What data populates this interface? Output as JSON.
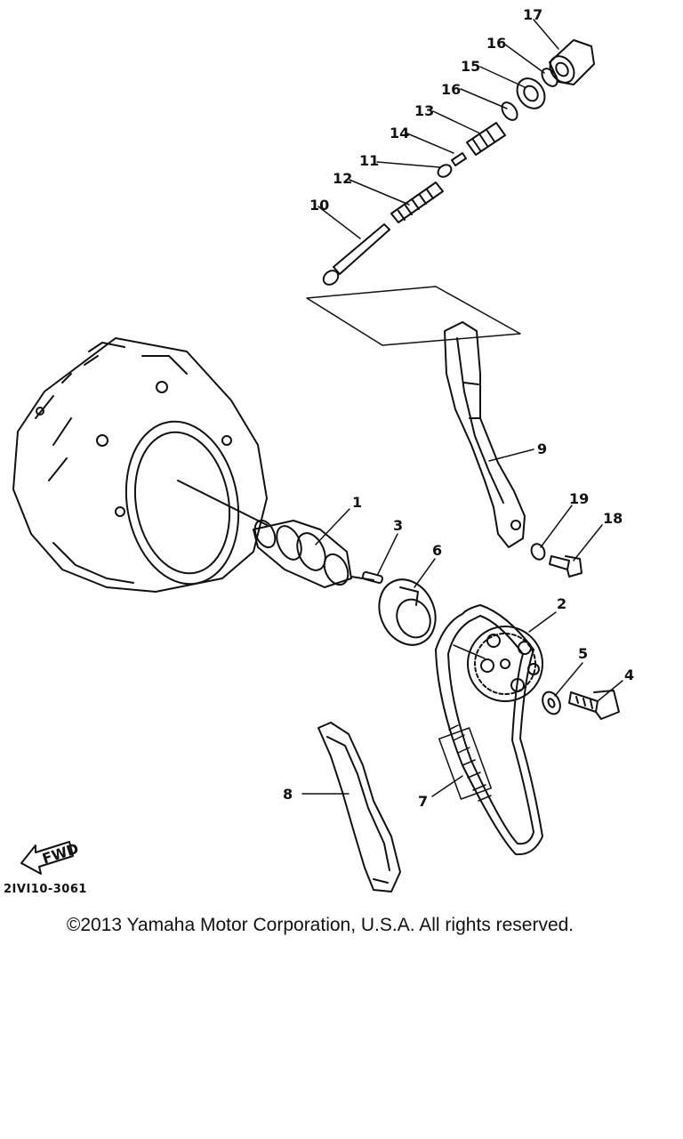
{
  "diagram": {
    "callouts": [
      {
        "id": "1",
        "label": "1"
      },
      {
        "id": "2",
        "label": "2"
      },
      {
        "id": "3",
        "label": "3"
      },
      {
        "id": "4",
        "label": "4"
      },
      {
        "id": "5",
        "label": "5"
      },
      {
        "id": "6",
        "label": "6"
      },
      {
        "id": "7",
        "label": "7"
      },
      {
        "id": "8",
        "label": "8"
      },
      {
        "id": "9",
        "label": "9"
      },
      {
        "id": "10",
        "label": "10"
      },
      {
        "id": "11",
        "label": "11"
      },
      {
        "id": "12",
        "label": "12"
      },
      {
        "id": "13",
        "label": "13"
      },
      {
        "id": "14",
        "label": "14"
      },
      {
        "id": "15",
        "label": "15"
      },
      {
        "id": "16a",
        "label": "16"
      },
      {
        "id": "16b",
        "label": "16"
      },
      {
        "id": "17",
        "label": "17"
      },
      {
        "id": "18",
        "label": "18"
      },
      {
        "id": "19",
        "label": "19"
      }
    ],
    "fwd_label": "FWD",
    "drawing_code": "2IVI10-3061"
  },
  "footer": {
    "copyright": "©2013 Yamaha Motor Corporation, U.S.A. All rights reserved."
  }
}
